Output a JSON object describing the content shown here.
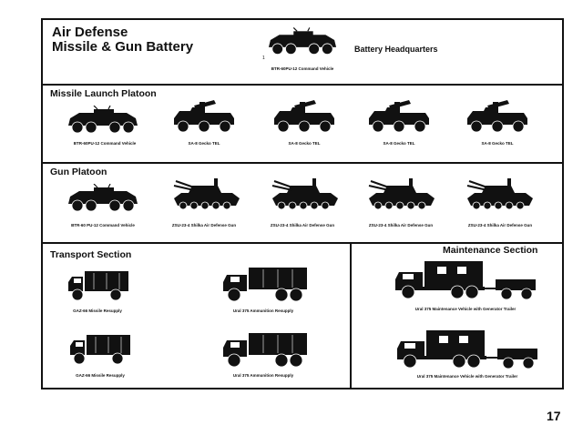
{
  "title": {
    "line1": "Air Defense",
    "line2": "Missile & Gun Battery"
  },
  "hq": {
    "label": "Battery Headquarters",
    "caption": "BTR-60PU-12 Command Vehicle",
    "marker": "1"
  },
  "missile_platoon": {
    "heading": "Missile Launch Platoon",
    "captions": [
      "BTR-60PU-12 Command Vehicle",
      "SA-8 Gecko TEL",
      "SA-8 Gecko TEL",
      "SA-8 Gecko TEL",
      "SA-8 Gecko TEL"
    ]
  },
  "gun_platoon": {
    "heading": "Gun Platoon",
    "captions": [
      "BTR-60 PU-12 Command Vehicle",
      "ZSU-23-4 Shilka Air Defense Gun",
      "ZSU-23-4 Shilka Air Defense Gun",
      "ZSU-23-4 Shilka Air Defense Gun",
      "ZSU-23-4 Shilka Air Defense Gun"
    ]
  },
  "transport": {
    "heading": "Transport Section",
    "captions": [
      "GAZ-66 Missile Resupply",
      "Ural 375 Ammunition Resupply",
      "GAZ-66 Missile Resupply",
      "Ural 375 Ammunition Resupply"
    ]
  },
  "maintenance": {
    "heading": "Maintenance Section",
    "captions": [
      "Ural 375 Maintenance Vehicle with Generator Trailer",
      "Ural 375 Maintenance Vehicle with Generator Trailer"
    ]
  },
  "page_number": "17"
}
